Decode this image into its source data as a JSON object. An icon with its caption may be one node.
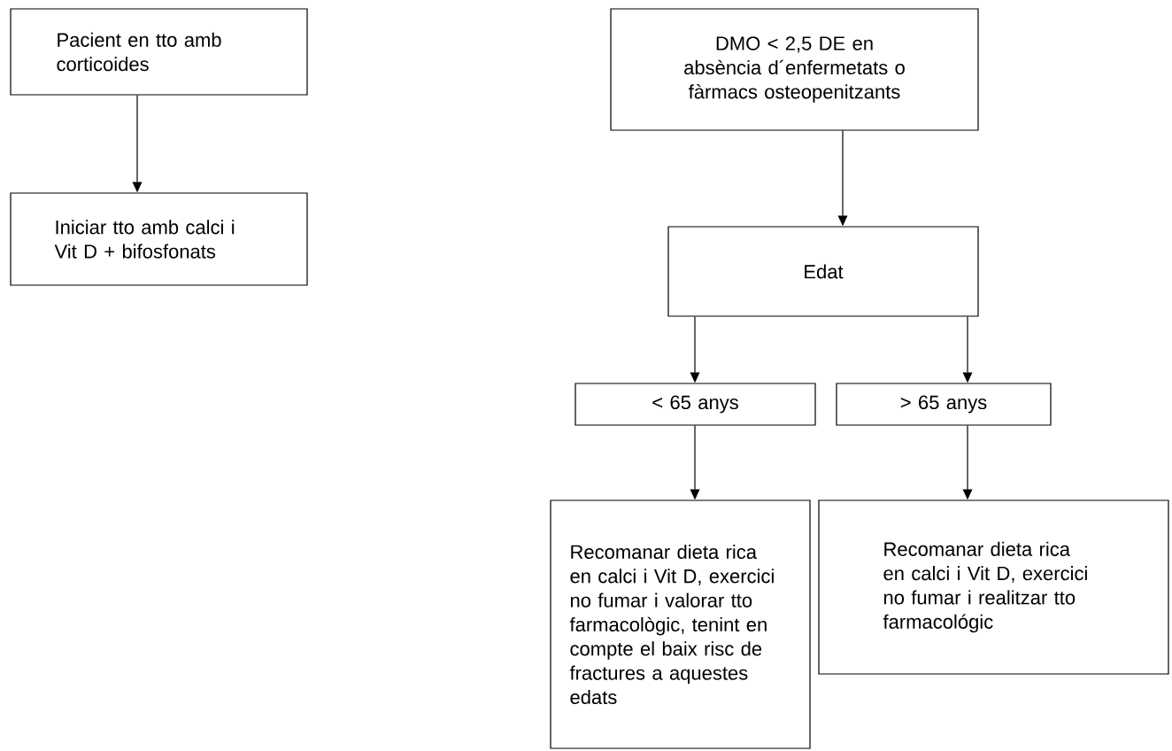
{
  "diagram": {
    "nodes": [
      {
        "text": [
          "Pacient en tto amb corticoides"
        ]
      },
      {
        "text": [
          "Iniciar tto amb calci i Vit D + bifosfonats"
        ]
      },
      {
        "text": [
          "DMO < 2,5 DE en absència d´enfermetats o fàrmacs osteopenitzants"
        ]
      },
      {
        "text": [
          "Edat"
        ]
      },
      {
        "text": [
          "< 65 anys"
        ]
      },
      {
        "text": [
          "> 65 anys"
        ]
      },
      {
        "text": [
          "Recomanar dieta rica en calci i Vit D, exercici no fumar i valorar tto farmacològic, tenint en compte el baix risc de fractures a aquestes edats"
        ]
      },
      {
        "text": [
          "Recomanar dieta rica en calci i Vit D, exercici no fumar i realitzar tto farmacológic"
        ]
      }
    ],
    "edges": [
      {
        "from": 0,
        "to": 1,
        "arrow": "to"
      },
      {
        "from": 2,
        "to": 3,
        "arrow": "to"
      },
      {
        "from": 3,
        "to": 4,
        "arrow": "to"
      },
      {
        "from": 3,
        "to": 5,
        "arrow": "to"
      },
      {
        "from": 4,
        "to": 6,
        "arrow": "to"
      },
      {
        "from": 5,
        "to": 7,
        "arrow": "to"
      }
    ]
  }
}
